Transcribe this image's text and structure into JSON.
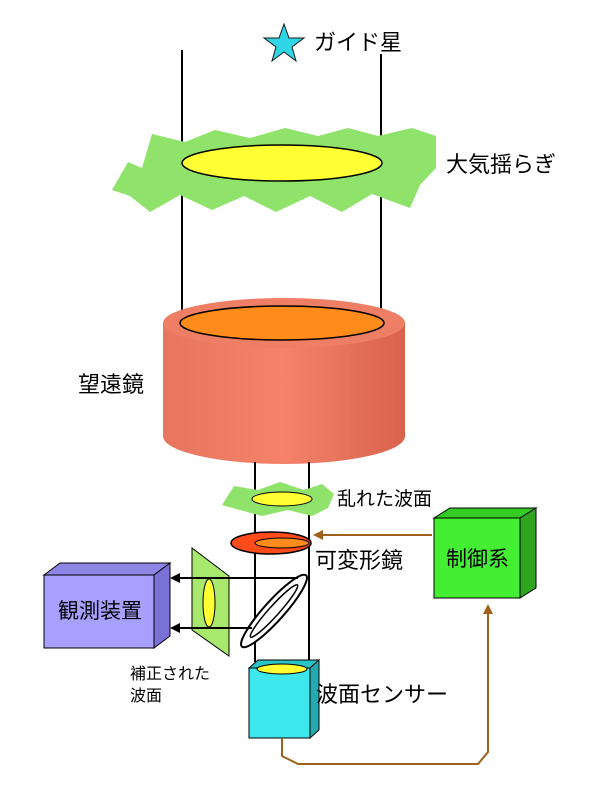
{
  "labels": {
    "guide_star": "ガイド星",
    "turbulence": "大気揺らぎ",
    "telescope": "望遠鏡",
    "distorted_wavefront": "乱れた波面",
    "deformable_mirror": "可変形鏡",
    "controller": "制御系",
    "instrument": "観測装置",
    "corrected_wavefront_line1": "補正された",
    "corrected_wavefront_line2": "波面",
    "wavefront_sensor": "波面センサー"
  },
  "colors": {
    "star": "#2fd7e6",
    "turbulence_fill": "#8fe36a",
    "lens_yellow": "#ffff33",
    "telescope_body": "#ec7a62",
    "telescope_top": "#ff8c1a",
    "mirror_red": "#ff4a1a",
    "controller_box": "#44ee33",
    "instrument_box": "#a8a0ff",
    "sensor_box": "#3de7ec",
    "signal_line": "#a0601e"
  }
}
